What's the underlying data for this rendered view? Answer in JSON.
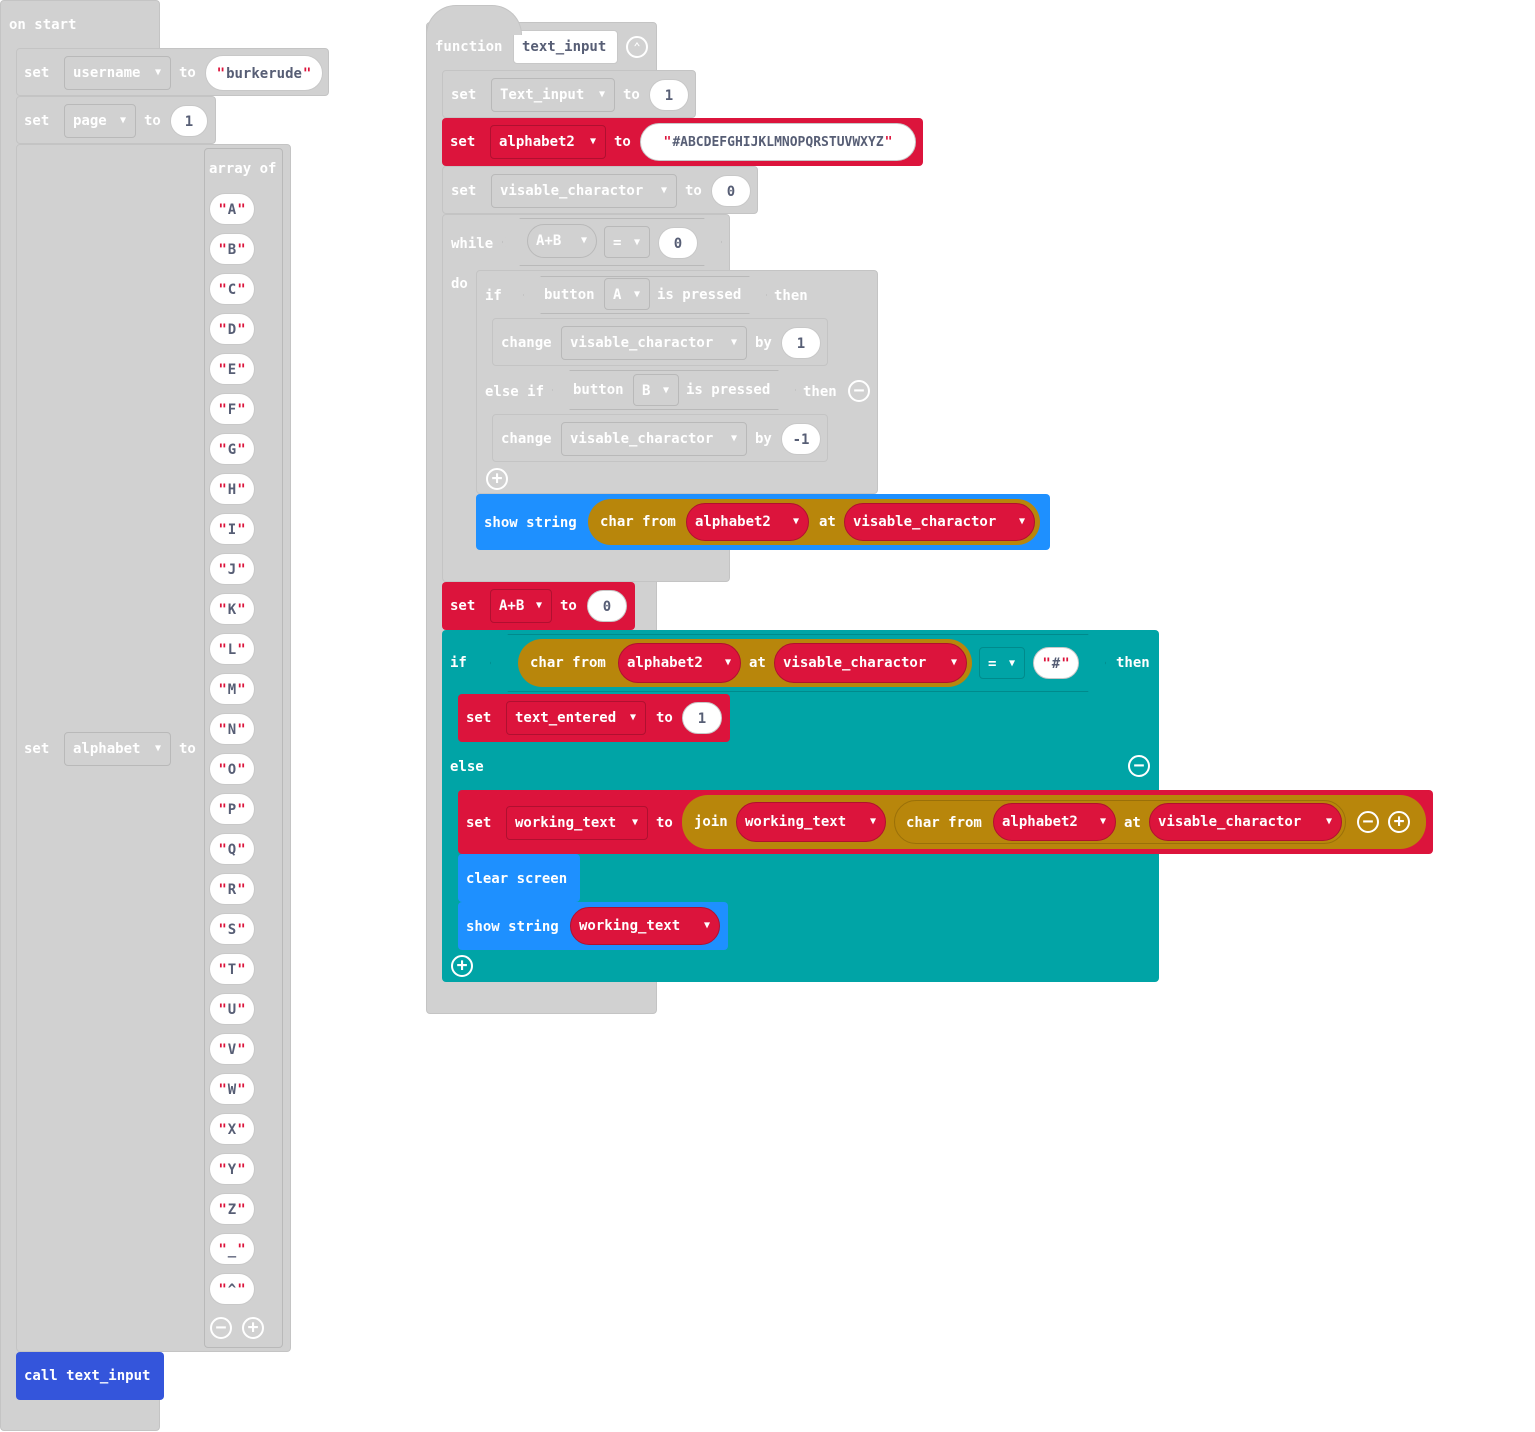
{
  "on_start": {
    "header": "on start",
    "set_label": "set",
    "to_label": "to",
    "username_var": "username",
    "username_value": "burkerude",
    "page_var": "page",
    "page_value": "1",
    "alphabet_var": "alphabet",
    "array_of_label": "array of",
    "array_items": [
      "A",
      "B",
      "C",
      "D",
      "E",
      "F",
      "G",
      "H",
      "I",
      "J",
      "K",
      "L",
      "M",
      "N",
      "O",
      "P",
      "Q",
      "R",
      "S",
      "T",
      "U",
      "V",
      "W",
      "X",
      "Y",
      "Z",
      "_",
      "^"
    ],
    "call_label": "call text_input"
  },
  "function": {
    "keyword": "function",
    "name": "text_input",
    "set_label": "set",
    "to_label": "to",
    "by_label": "by",
    "text_input_var": "Text_input",
    "text_input_value": "1",
    "alphabet2_var": "alphabet2",
    "alphabet2_value": "#ABCDEFGHIJKLMNOPQRSTUVWXYZ",
    "visable_var": "visable_charactor",
    "visable_value": "0",
    "while_label": "while",
    "ab_var": "A+B",
    "eq_op": "=",
    "while_value": "0",
    "do_label": "do",
    "if_label": "if",
    "button_label": "button",
    "button_a": "A",
    "button_b": "B",
    "is_pressed_label": "is pressed",
    "then_label": "then",
    "change_label": "change",
    "change_by_1": "1",
    "else_if_label": "else if",
    "change_by_neg1": "-1",
    "show_string_label": "show string",
    "char_from_label": "char from",
    "at_label": "at",
    "set_ab_value": "0",
    "hash_value": "#",
    "text_entered_var": "text_entered",
    "text_entered_value": "1",
    "else_label": "else",
    "working_text_var": "working_text",
    "join_label": "join",
    "clear_screen_label": "clear screen"
  },
  "colors": {
    "grey_block": "#d1d1d1",
    "variables_red": "#dc143c",
    "logic_teal": "#00a4a6",
    "basic_blue": "#1e90ff",
    "text_gold": "#b8860b",
    "function_call": "#3455db"
  }
}
